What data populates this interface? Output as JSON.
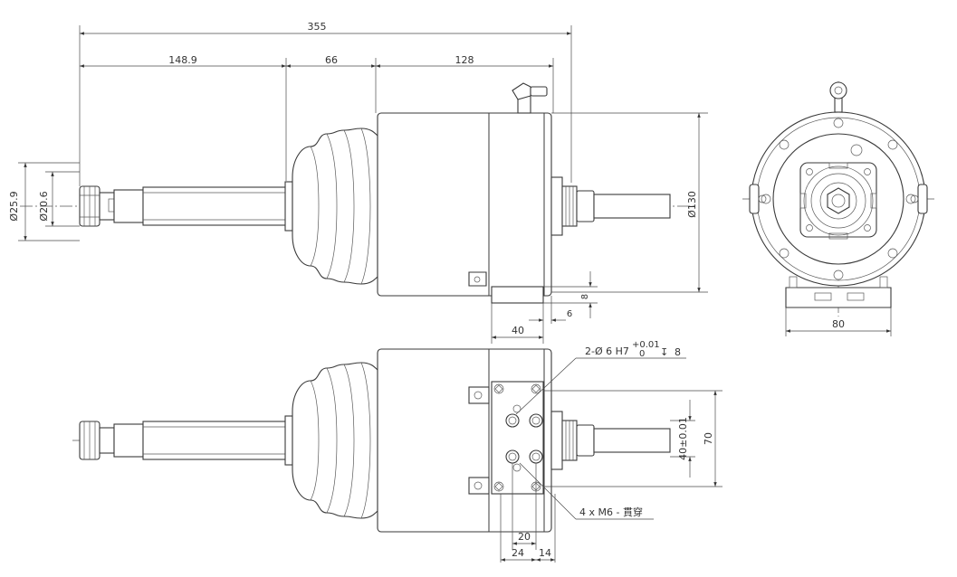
{
  "dimensions": {
    "overall_length": "355",
    "rod_length": "148.9",
    "bellows_length": "66",
    "body_length": "128",
    "shaft_dia_outer": "Ø25.9",
    "shaft_dia_inner": "Ø20.6",
    "body_diameter": "Ø130",
    "base_height": "8",
    "base_offset": "6",
    "base_width": "40",
    "end_view_width": "80",
    "mount_height": "70",
    "hole_spacing": "40±0.01",
    "bottom_20": "20",
    "bottom_24": "24",
    "bottom_14": "14"
  },
  "callouts": {
    "pin_hole": "2-Ø 6 H7",
    "tol_upper": "+0.01",
    "tol_lower": "0",
    "depth_symbol": "↧",
    "depth_value": "8",
    "thread_holes": "4 x M6 - 貫穿"
  }
}
